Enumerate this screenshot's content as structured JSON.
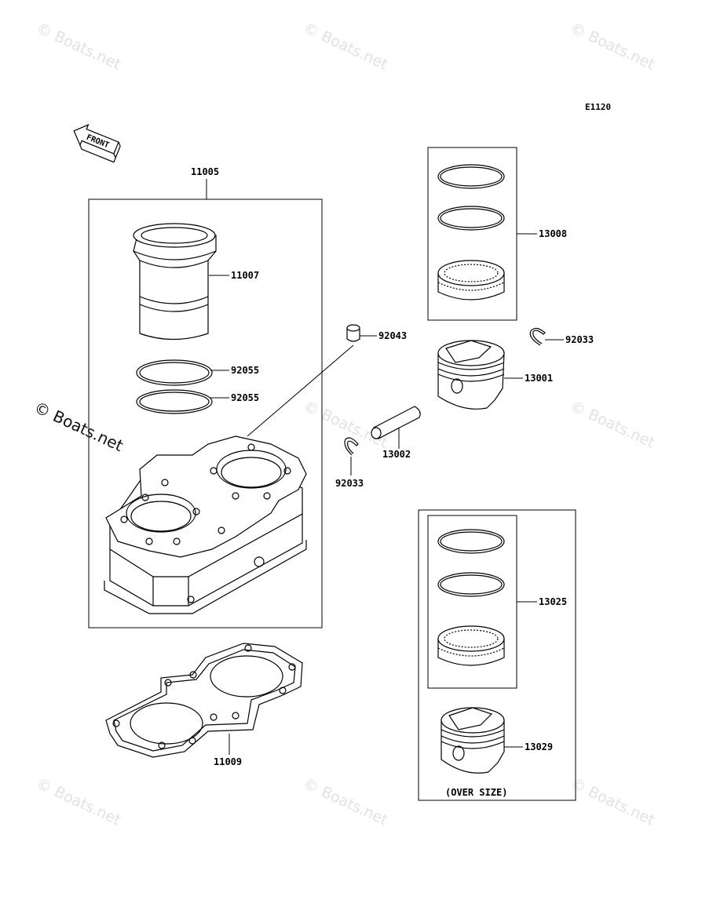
{
  "diagram_code": "E1120",
  "front_arrow_text": "FRONT",
  "watermark": "© Boats.net",
  "callouts": {
    "cylinder_kit": "11005",
    "cylinder_liner": "11007",
    "oring_upper": "92055",
    "oring_lower": "92055",
    "dowel_pin": "92043",
    "piston_ring_set": "13008",
    "circlip_right": "92033",
    "piston": "13001",
    "piston_pin": "13002",
    "circlip_left": "92033",
    "oversize_ring_set": "13025",
    "oversize_piston": "13029",
    "base_gasket": "11009"
  },
  "oversize_note": "(OVER SIZE)"
}
